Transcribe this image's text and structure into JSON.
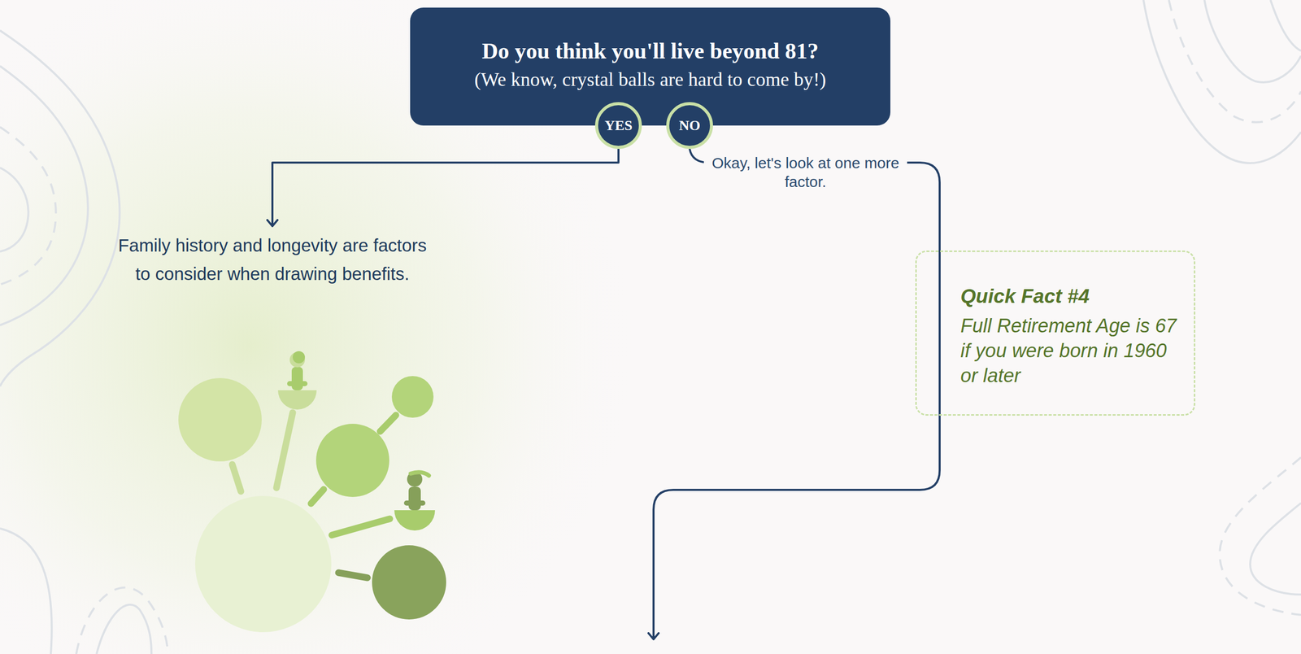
{
  "diagram": {
    "nodes": [
      {
        "text": [
          "Do you think you'll live beyond 81?",
          "(We know, crystal balls are hard to come by!)"
        ]
      },
      {
        "text": [
          "YES"
        ]
      },
      {
        "text": [
          "NO"
        ]
      },
      {
        "text": [
          "Family history and longevity are factors to consider when drawing benefits."
        ]
      },
      {
        "text": [
          "Quick Fact #4",
          "Full Retirement Age is 67 if you were born in 1960 or later"
        ]
      }
    ],
    "edges": [
      {
        "from": 1,
        "to": 3,
        "arrow": "to"
      }
    ],
    "labels": [
      "Okay, let's look at one more factor."
    ]
  }
}
